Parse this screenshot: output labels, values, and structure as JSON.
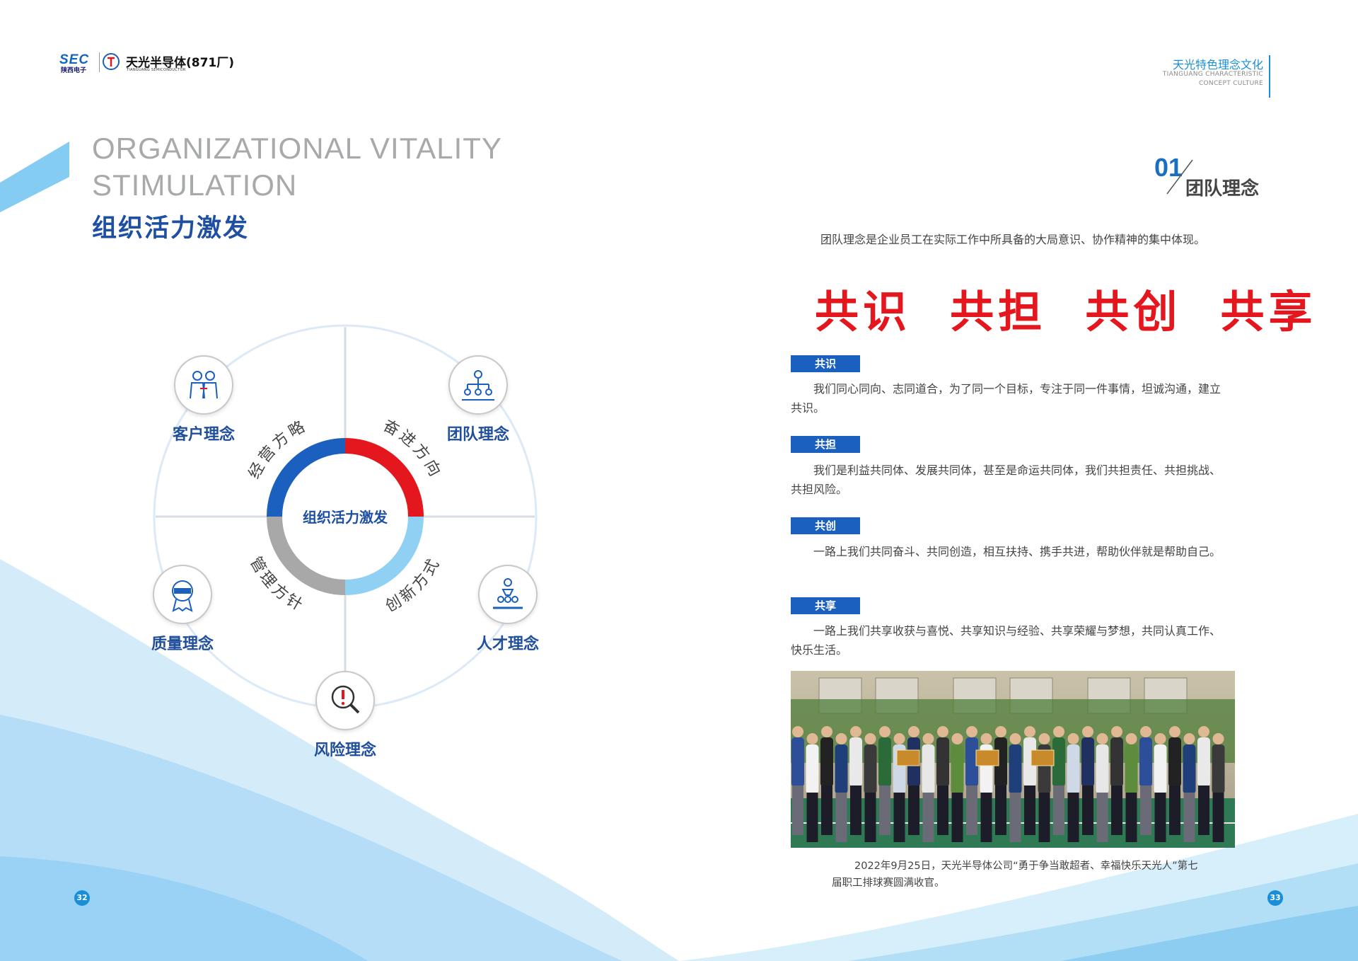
{
  "header": {
    "sec_logo": "SEC",
    "sec_sub": "陕西电子",
    "company_name": "天光半导体(871厂)",
    "company_en": "TIANGUANG SEMICONDUCTOR",
    "section_cn": "天光特色理念文化",
    "section_en": "TIANGUANG CHARACTERISTIC\nCONCEPT CULTURE"
  },
  "left_page": {
    "title_en": "ORGANIZATIONAL VITALITY\nSTIMULATION",
    "title_cn": "组织活力激发",
    "diagram": {
      "center": "组织活力激发",
      "ring_segments": [
        {
          "label": "经营方略",
          "color": "#1b5fbf"
        },
        {
          "label": "奋进方向",
          "color": "#e3171d"
        },
        {
          "label": "创新方式",
          "color": "#8fd0f3"
        },
        {
          "label": "管理方针",
          "color": "#a8a8a8"
        }
      ],
      "nodes": [
        {
          "label": "客户理念",
          "icon": "handshake-people-icon"
        },
        {
          "label": "团队理念",
          "icon": "team-hierarchy-icon"
        },
        {
          "label": "质量理念",
          "icon": "quality-badge-icon"
        },
        {
          "label": "人才理念",
          "icon": "talent-pyramid-icon"
        },
        {
          "label": "风险理念",
          "icon": "magnifier-alert-icon"
        }
      ]
    },
    "page_number": "32"
  },
  "right_page": {
    "section_number": "01",
    "section_title": "团队理念",
    "intro": "团队理念是企业员工在实际工作中所具备的大局意识、协作精神的集中体现。",
    "slogan": "共识  共担  共创  共享",
    "items": [
      {
        "tag": "共识",
        "text": "我们同心同向、志同道合，为了同一个目标，专注于同一件事情，坦诚沟通，建立共识。"
      },
      {
        "tag": "共担",
        "text": "我们是利益共同体、发展共同体，甚至是命运共同体，我们共担责任、共担挑战、共担风险。"
      },
      {
        "tag": "共创",
        "text": "一路上我们共同奋斗、共同创造，相互扶持、携手共进，帮助伙伴就是帮助自己。"
      },
      {
        "tag": "共享",
        "text": "一路上我们共享收获与喜悦、共享知识与经验、共享荣耀与梦想，共同认真工作、快乐生活。"
      }
    ],
    "photo_caption": "2022年9月25日，天光半导体公司“勇于争当敢超者、幸福快乐天光人”第七届职工排球赛圆满收官。",
    "page_number": "33"
  },
  "colors": {
    "accent_blue": "#1b5fbf",
    "accent_red": "#e3171d",
    "light_blue": "#8fd0f3",
    "gray": "#a8a8a8",
    "heading_blue": "#1e4fa3"
  }
}
